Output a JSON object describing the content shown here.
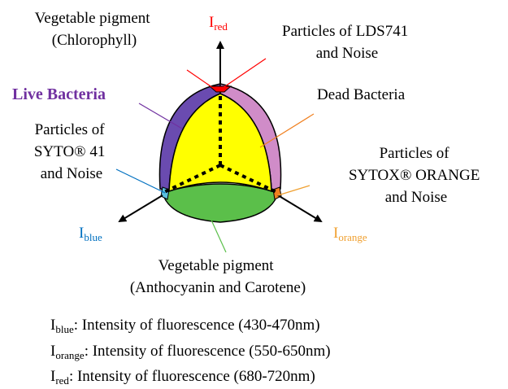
{
  "axes": {
    "red": {
      "label": "I",
      "sub": "red"
    },
    "blue": {
      "label": "I",
      "sub": "blue"
    },
    "orange": {
      "label": "I",
      "sub": "orange"
    }
  },
  "labels": {
    "veg_chlorophyll_1": "Vegetable pigment",
    "veg_chlorophyll_2": "(Chlorophyll)",
    "lds_1": "Particles of LDS741",
    "lds_2": "and Noise",
    "live": "Live Bacteria",
    "dead": "Dead Bacteria",
    "syto_1": "Particles of",
    "syto_2": "SYTO® 41",
    "syto_3": "and Noise",
    "sytox_1": "Particles of",
    "sytox_2": "SYTOX® ORANGE",
    "sytox_3": "and Noise",
    "veg_antho_1": "Vegetable pigment",
    "veg_antho_2": "(Anthocyanin and Carotene)"
  },
  "legend": [
    {
      "label": "I",
      "sub": "blue",
      "text": ": Intensity of fluorescence (430-470nm)"
    },
    {
      "label": "I",
      "sub": "orange",
      "text": ": Intensity of fluorescence (550-650nm)"
    },
    {
      "label": "I",
      "sub": "red",
      "text": ": Intensity of fluorescence (680-720nm)"
    }
  ],
  "colors": {
    "yellow": "#ffff00",
    "purple": "#6a4bb0",
    "pink": "#d08cc8",
    "green": "#5bbf4a",
    "red": "#ff0000",
    "blue": "#0070c0",
    "orange": "#f0a030",
    "live_text": "#7030a0"
  }
}
